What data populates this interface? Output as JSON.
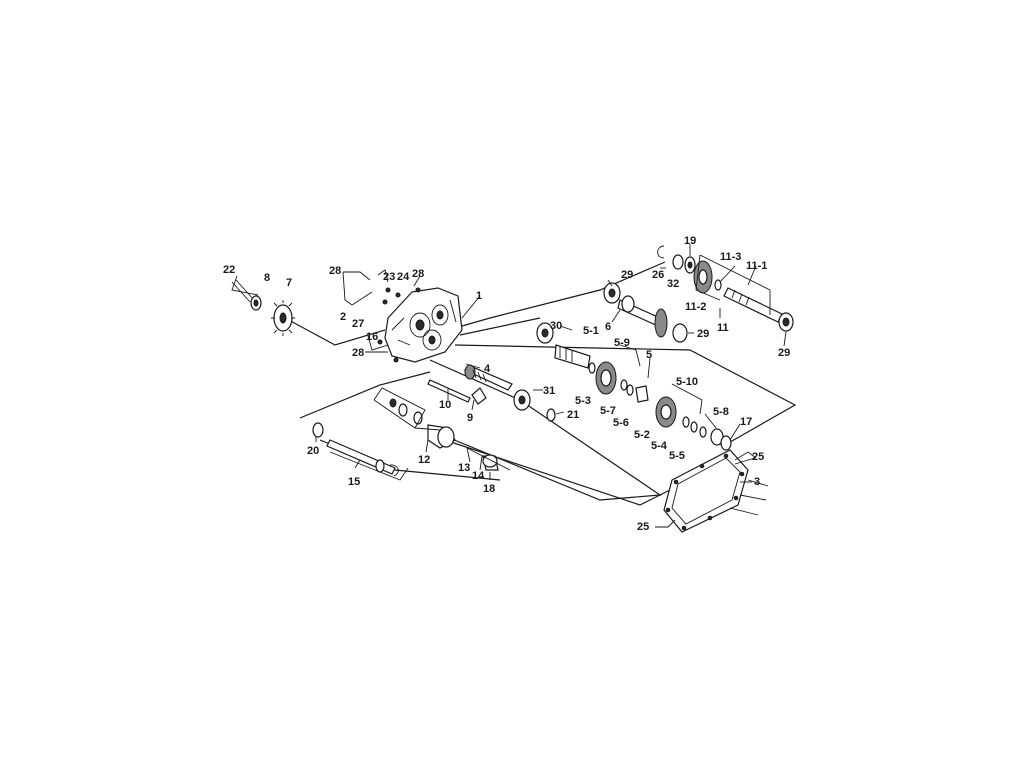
{
  "diagram": {
    "callouts": {
      "p1": "1",
      "p2": "2",
      "p3": "3",
      "p4": "4",
      "p5": "5",
      "p5_1": "5-1",
      "p5_2": "5-2",
      "p5_3": "5-3",
      "p5_4": "5-4",
      "p5_5": "5-5",
      "p5_6": "5-6",
      "p5_7": "5-7",
      "p5_8": "5-8",
      "p5_9": "5-9",
      "p5_10": "5-10",
      "p6": "6",
      "p7": "7",
      "p8": "8",
      "p9": "9",
      "p10": "10",
      "p11": "11",
      "p11_1": "11-1",
      "p11_2": "11-2",
      "p11_3": "11-3",
      "p12": "12",
      "p13": "13",
      "p14": "14",
      "p15": "15",
      "p16": "16",
      "p17": "17",
      "p18": "18",
      "p19": "19",
      "p20": "20",
      "p21": "21",
      "p22": "22",
      "p23": "23",
      "p24": "24",
      "p25a": "25",
      "p25b": "25",
      "p26": "26",
      "p27": "27",
      "p28a": "28",
      "p28b": "28",
      "p28c": "28",
      "p29a": "29",
      "p29b": "29",
      "p29c": "29",
      "p30": "30",
      "p31": "31",
      "p32": "32"
    }
  }
}
